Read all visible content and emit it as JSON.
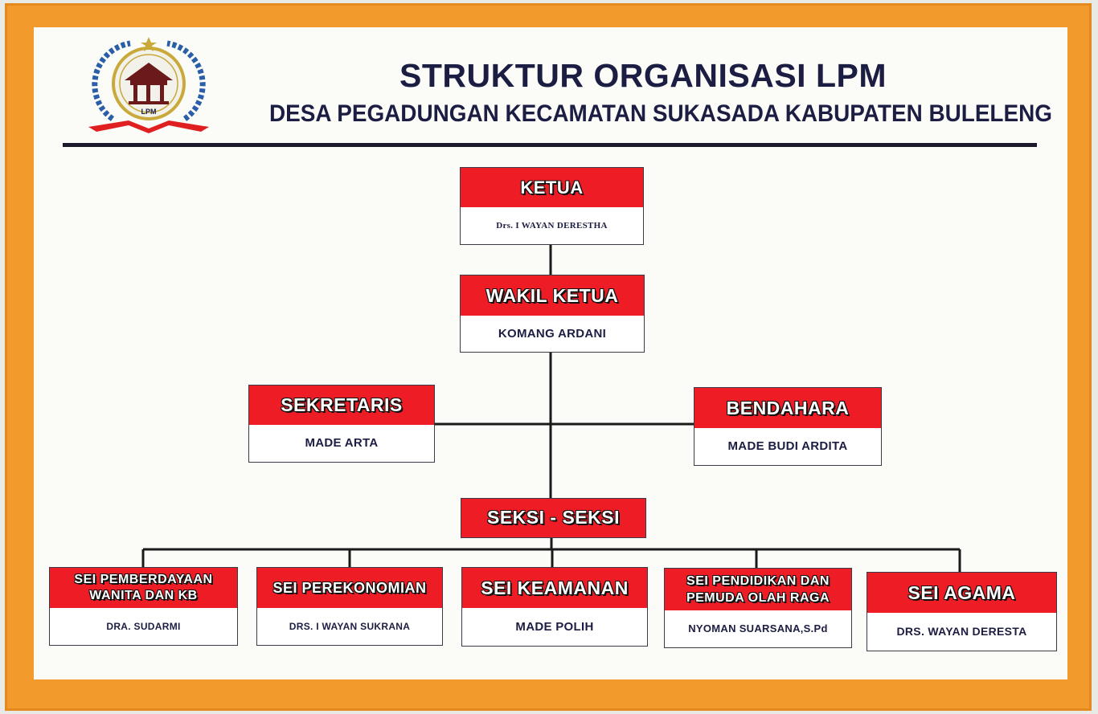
{
  "header": {
    "title": "STRUKTUR ORGANISASI LPM",
    "subtitle": "DESA PEGADUNGAN KECAMATAN SUKASADA KABUPATEN BULELENG",
    "logo_text": "LPM"
  },
  "chart": {
    "ketua": {
      "role": "KETUA",
      "name": "Drs. I WAYAN DERESTHA"
    },
    "wakil_ketua": {
      "role": "WAKIL KETUA",
      "name": "KOMANG ARDANI"
    },
    "sekretaris": {
      "role": "SEKRETARIS",
      "name": "MADE ARTA"
    },
    "bendahara": {
      "role": "BENDAHARA",
      "name": "MADE BUDI ARDITA"
    },
    "seksi": {
      "role": "SEKSI - SEKSI"
    },
    "sections": [
      {
        "role": "SEI PEMBERDAYAAN WANITA DAN KB",
        "name": "DRA. SUDARMI"
      },
      {
        "role": "SEI PEREKONOMIAN",
        "name": "DRS. I WAYAN SUKRANA"
      },
      {
        "role": "SEI KEAMANAN",
        "name": "MADE POLIH"
      },
      {
        "role": "SEI PENDIDIKAN DAN PEMUDA OLAH RAGA",
        "name": "NYOMAN SUARSANA,S.Pd"
      },
      {
        "role": "SEI AGAMA",
        "name": "DRS. WAYAN DERESTA"
      }
    ]
  },
  "colors": {
    "frame": "#f39a2c",
    "header_red": "#ee1c25",
    "text_navy": "#1c1d42"
  }
}
